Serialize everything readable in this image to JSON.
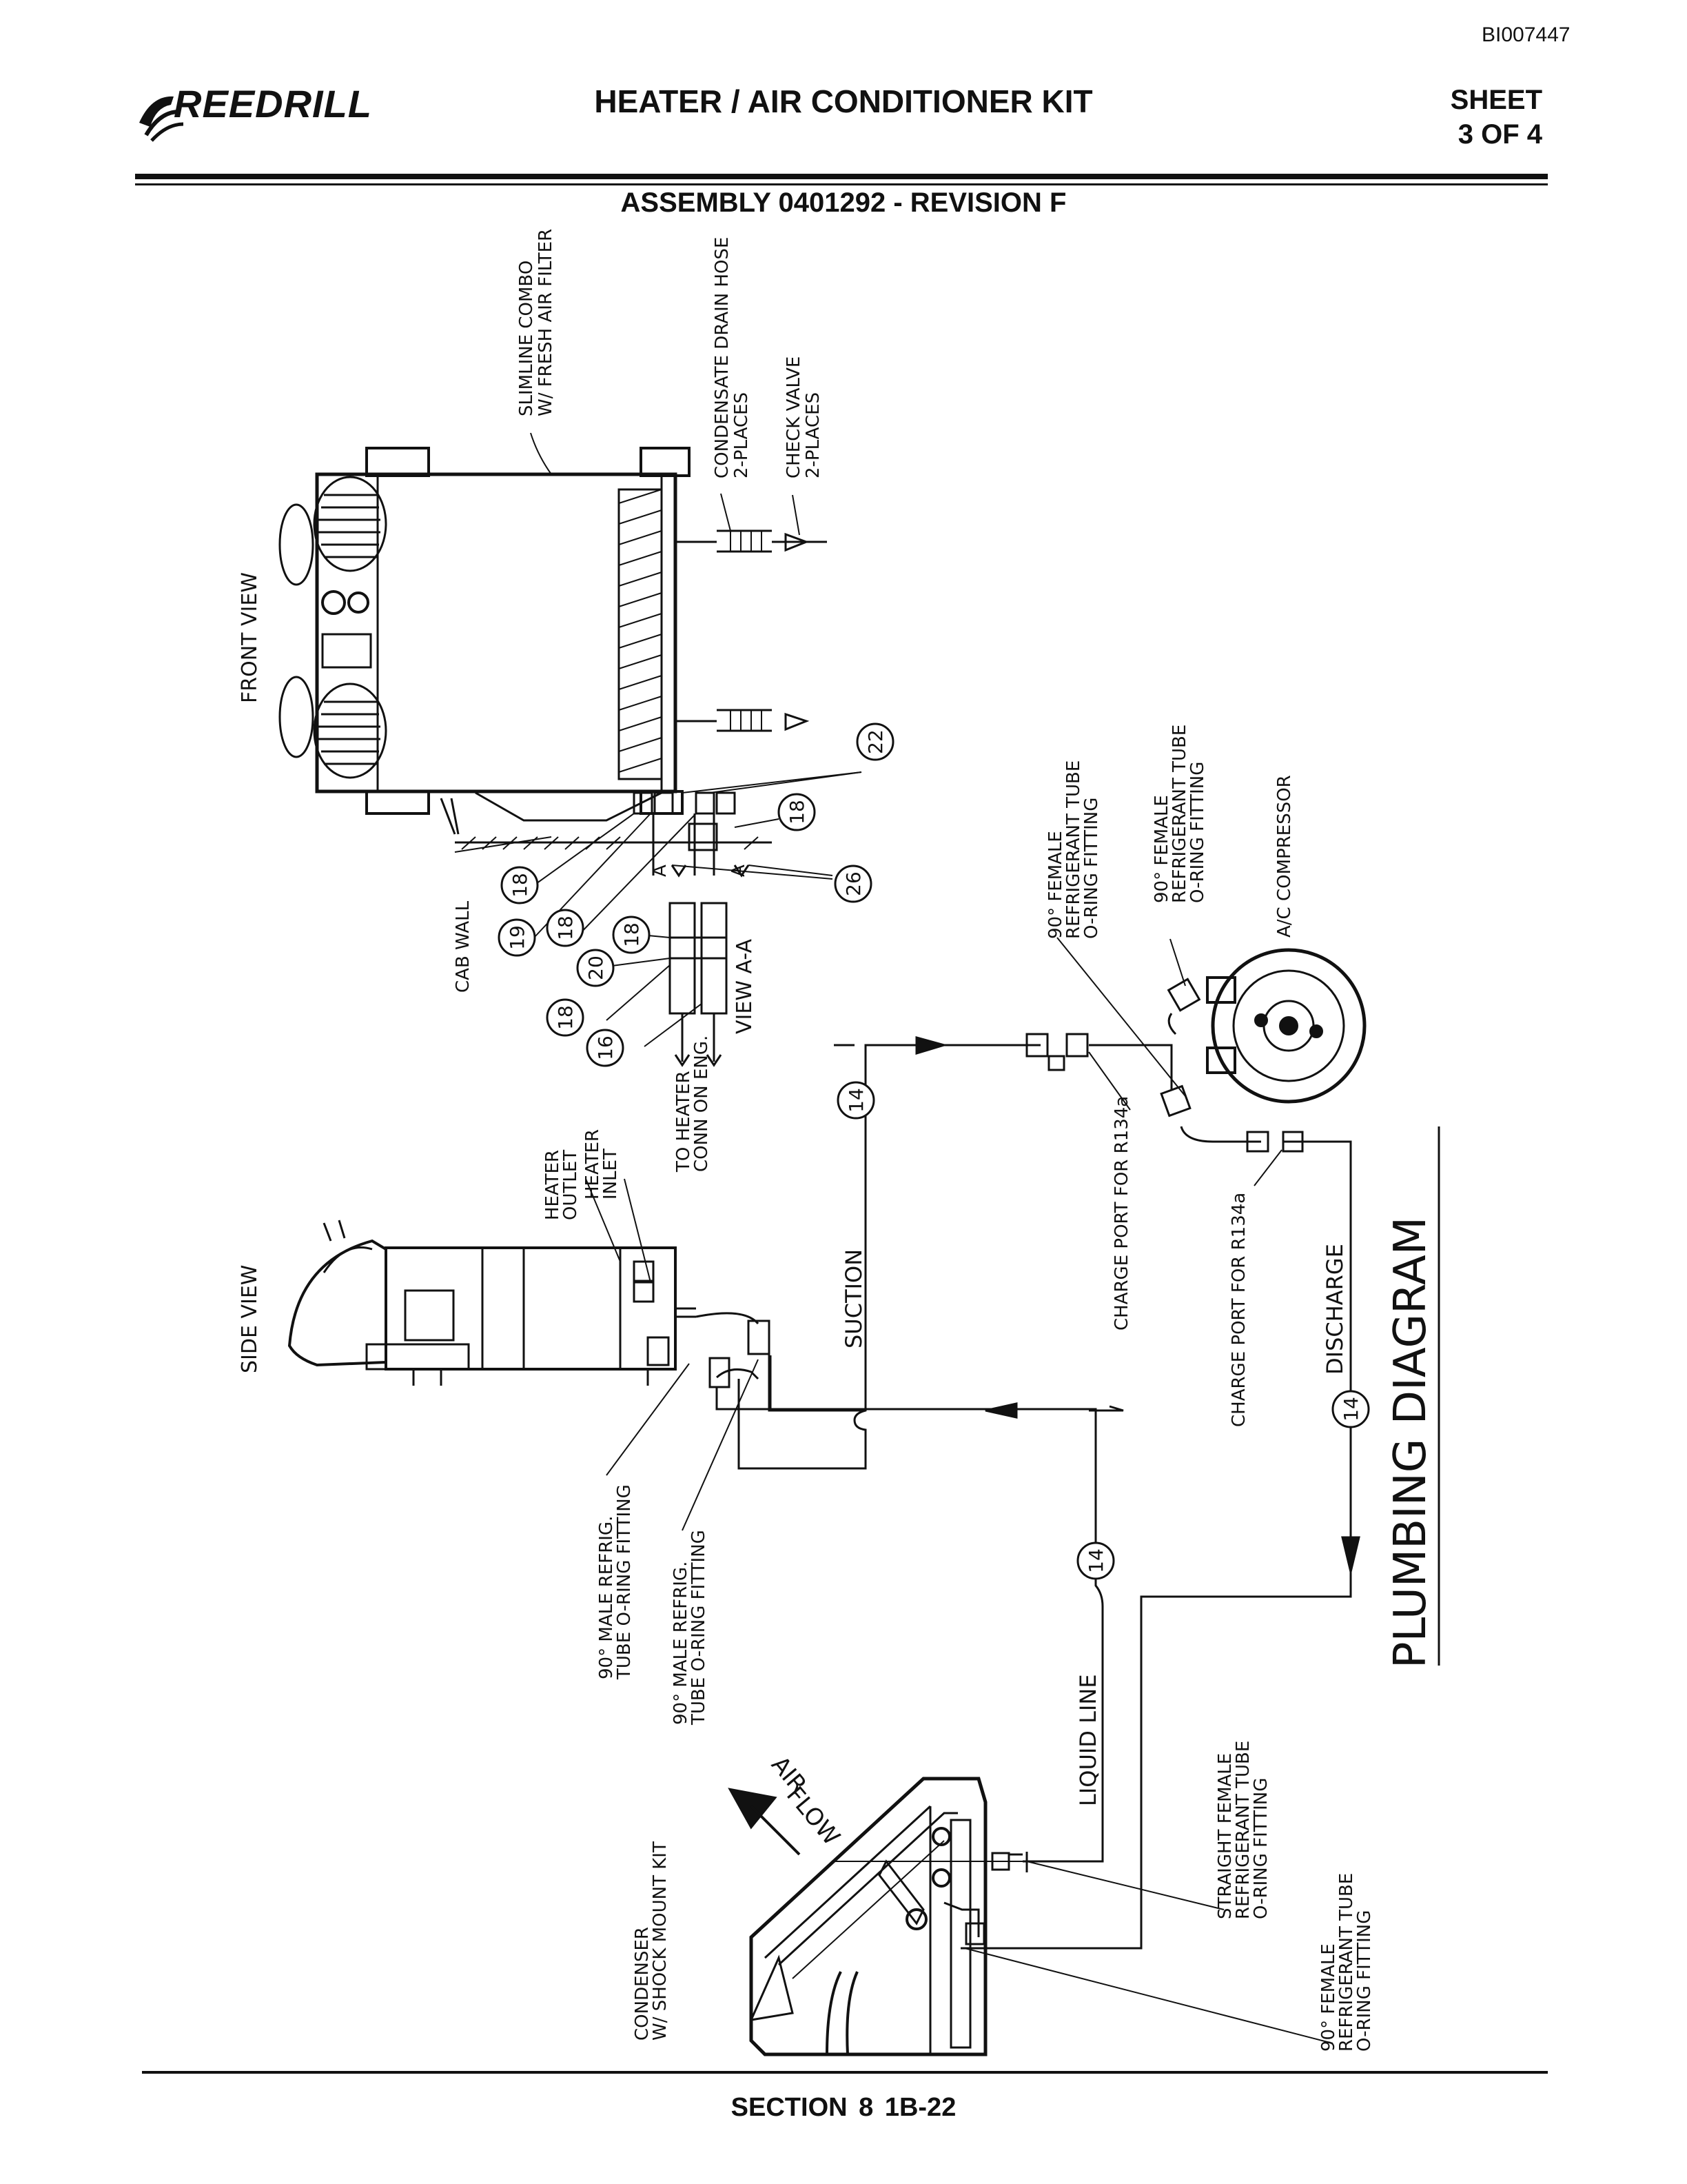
{
  "header": {
    "doc_id": "BI007447",
    "logo_text": "REEDRILL",
    "title": "HEATER / AIR CONDITIONER KIT",
    "sheet_line1": "SHEET",
    "sheet_line2": "3 OF 4",
    "assembly": "ASSEMBLY 0401292 - REVISION F"
  },
  "footer": {
    "section": "SECTION 8     1B-22"
  },
  "view_labels": {
    "front": "FRONT VIEW",
    "side": "SIDE VIEW",
    "view_aa": "VIEW A-A",
    "plumbing": "PLUMBING DIAGRAM"
  },
  "callouts": {
    "slimline_1": "SLIMLINE COMBO",
    "slimline_2": "W/ FRESH AIR FILTER",
    "drain_1": "CONDENSATE DRAIN HOSE",
    "drain_2": "2-PLACES",
    "check_1": "CHECK VALVE",
    "check_2": "2-PLACES",
    "cab_wall": "CAB WALL",
    "heater_conn_1": "TO HEATER",
    "heater_conn_2": "CONN ON ENG.",
    "heater_outlet_1": "HEATER",
    "heater_outlet_2": "OUTLET",
    "heater_inlet_1": "HEATER",
    "heater_inlet_2": "INLET",
    "male_fit_a_1": "90° MALE REFRIG.",
    "male_fit_a_2": "TUBE O-RING FITTING",
    "male_fit_b_1": "90° MALE REFRIG.",
    "male_fit_b_2": "TUBE O-RING FITTING",
    "fem_fit_1_1": "90° FEMALE",
    "fem_fit_1_2": "REFRIGERANT TUBE",
    "fem_fit_1_3": "O-RING FITTING",
    "fem_fit_2_1": "90° FEMALE",
    "fem_fit_2_2": "REFRIGERANT TUBE",
    "fem_fit_2_3": "O-RING FITTING",
    "compressor": "A/C COMPRESSOR",
    "charge_port_1": "CHARGE PORT FOR R134a",
    "charge_port_2": "CHARGE PORT FOR R134a",
    "suction": "SUCTION",
    "discharge": "DISCHARGE",
    "liquid_line": "LIQUID LINE",
    "condenser_1": "CONDENSER",
    "condenser_2": "W/ SHOCK MOUNT KIT",
    "air_flow_1": "AIR",
    "air_flow_2": "FLOW",
    "straight_fit_1": "STRAIGHT FEMALE",
    "straight_fit_2": "REFRIGERANT TUBE",
    "straight_fit_3": "O-RING FITTING",
    "fem_fit_3_1": "90° FEMALE",
    "fem_fit_3_2": "REFRIGERANT TUBE",
    "fem_fit_3_3": "O-RING FITTING",
    "section_a": "A"
  },
  "balloons": {
    "b14_suction": "14",
    "b14_discharge": "14",
    "b14_liquid": "14",
    "b22": "22",
    "b18_top": "18",
    "b26": "26",
    "b18_a": "18",
    "b19": "19",
    "b18_b": "18",
    "b18_c": "18",
    "b20": "20",
    "b18_d": "18",
    "b16": "16"
  }
}
